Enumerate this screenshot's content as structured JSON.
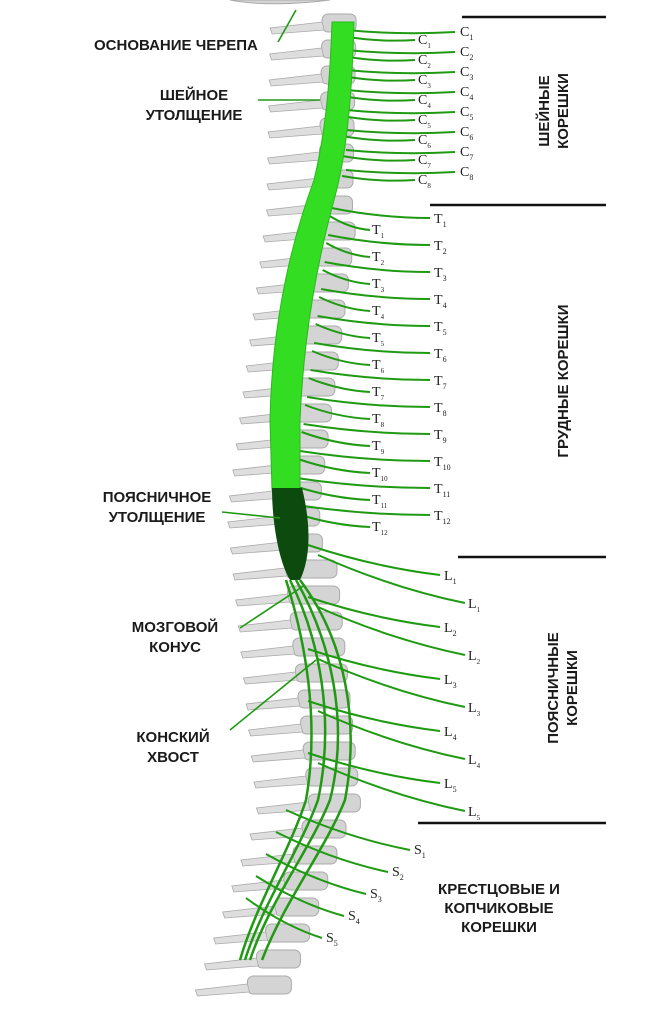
{
  "colors": {
    "cord": "#33dd22",
    "nerve": "#1f9a12",
    "enlargement": "#0d4a0d",
    "bone": "#d4d4d4",
    "bone_edge": "#aaaaaa",
    "text": "#1a1a1a"
  },
  "labels": {
    "skull_base": "ОСНОВАНИЕ ЧЕРЕПА",
    "cervical_enl_1": "ШЕЙНОЕ",
    "cervical_enl_2": "УТОЛЩЕНИЕ",
    "lumbar_enl_1": "ПОЯСНИЧНОЕ",
    "lumbar_enl_2": "УТОЛЩЕНИЕ",
    "conus_1": "МОЗГОВОЙ",
    "conus_2": "КОНУС",
    "cauda_1": "КОНСКИЙ",
    "cauda_2": "ХВОСТ"
  },
  "groups": {
    "cervical_1": "ШЕЙНЫЕ",
    "cervical_2": "КОРЕШКИ",
    "thoracic": "ГРУДНЫЕ КОРЕШКИ",
    "lumbar_1": "ПОЯСНИЧНЫЕ",
    "lumbar_2": "КОРЕШКИ",
    "sacral_1": "КРЕСТЦОВЫЕ И",
    "sacral_2": "КОПЧИКОВЫЕ",
    "sacral_3": "КОРЕШКИ"
  },
  "segments": {
    "cervical": [
      {
        "letter": "C",
        "num": "1"
      },
      {
        "letter": "C",
        "num": "2"
      },
      {
        "letter": "C",
        "num": "3"
      },
      {
        "letter": "C",
        "num": "4"
      },
      {
        "letter": "C",
        "num": "5"
      },
      {
        "letter": "C",
        "num": "6"
      },
      {
        "letter": "C",
        "num": "7"
      },
      {
        "letter": "C",
        "num": "8"
      }
    ],
    "thoracic": [
      {
        "letter": "T",
        "num": "1"
      },
      {
        "letter": "T",
        "num": "2"
      },
      {
        "letter": "T",
        "num": "3"
      },
      {
        "letter": "T",
        "num": "4"
      },
      {
        "letter": "T",
        "num": "5"
      },
      {
        "letter": "T",
        "num": "6"
      },
      {
        "letter": "T",
        "num": "7"
      },
      {
        "letter": "T",
        "num": "8"
      },
      {
        "letter": "T",
        "num": "9"
      },
      {
        "letter": "T",
        "num": "10"
      },
      {
        "letter": "T",
        "num": "11"
      },
      {
        "letter": "T",
        "num": "12"
      }
    ],
    "lumbar": [
      {
        "letter": "L",
        "num": "1"
      },
      {
        "letter": "L",
        "num": "2"
      },
      {
        "letter": "L",
        "num": "3"
      },
      {
        "letter": "L",
        "num": "4"
      },
      {
        "letter": "L",
        "num": "5"
      }
    ],
    "sacral": [
      {
        "letter": "S",
        "num": "1"
      },
      {
        "letter": "S",
        "num": "2"
      },
      {
        "letter": "S",
        "num": "3"
      },
      {
        "letter": "S",
        "num": "4"
      },
      {
        "letter": "S",
        "num": "5"
      }
    ]
  }
}
